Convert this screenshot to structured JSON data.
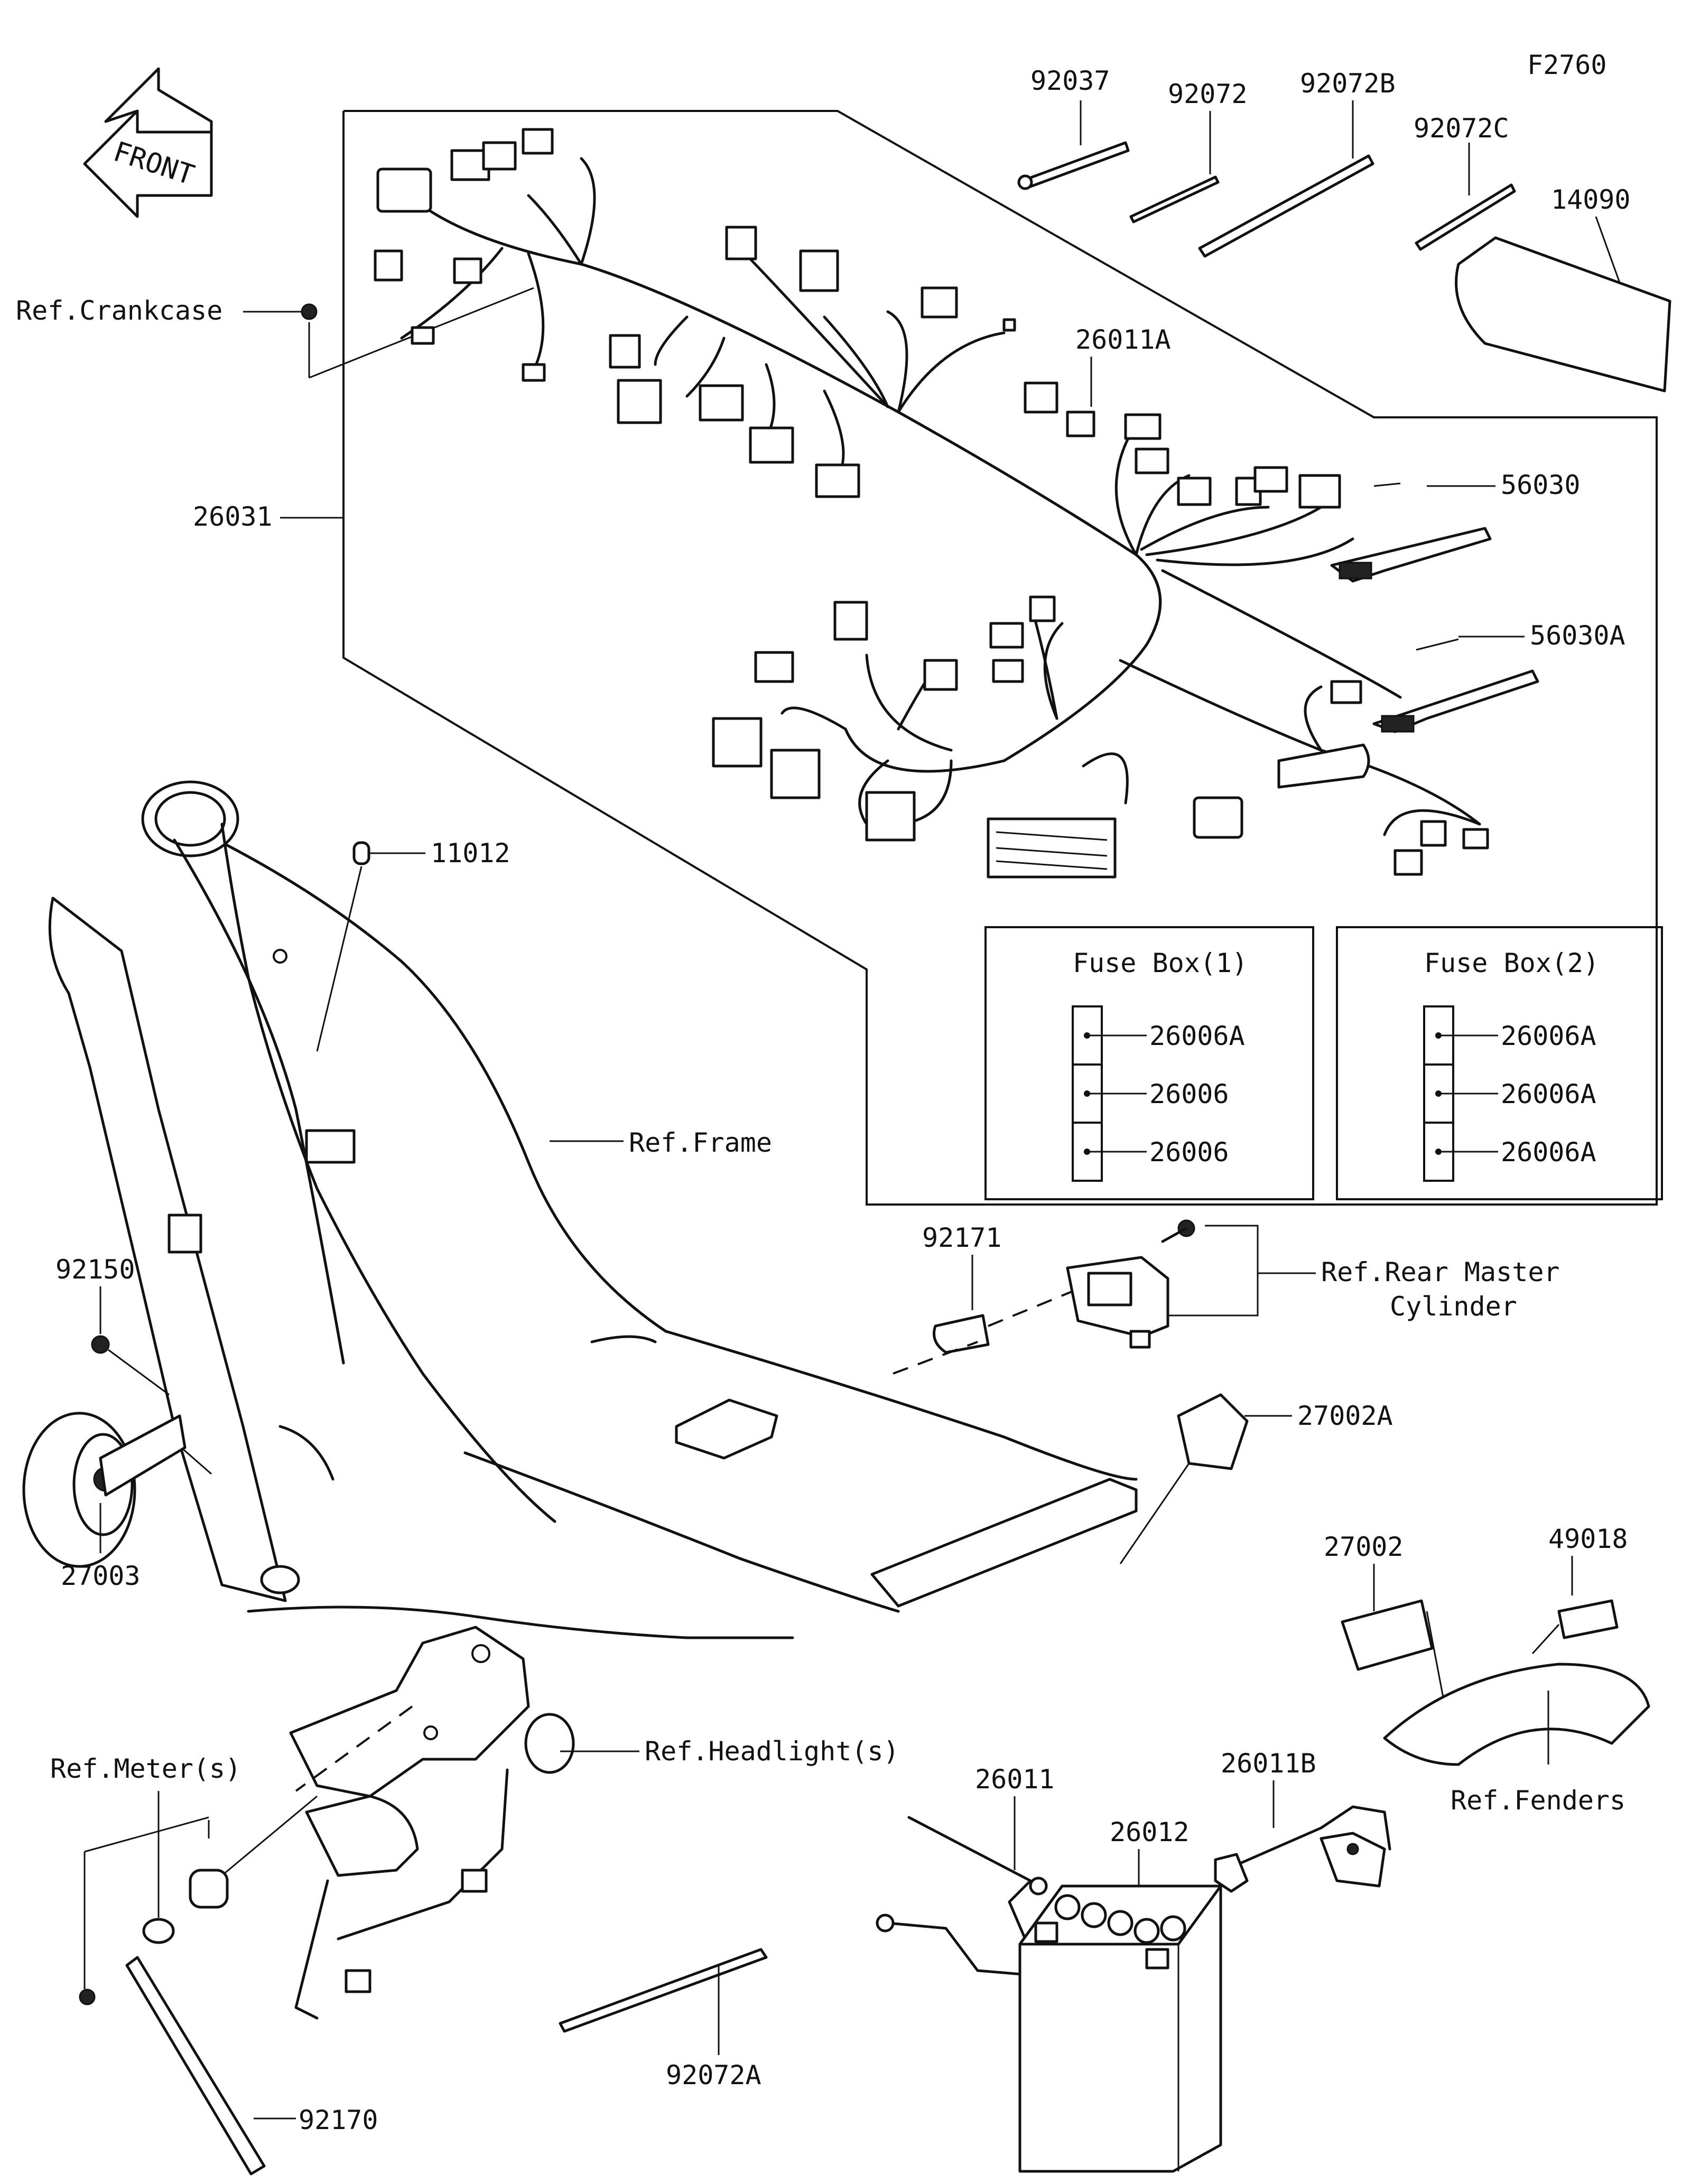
{
  "figure_code": "F2760",
  "front_label": "FRONT",
  "labels": {
    "p92037": "92037",
    "p92072": "92072",
    "p92072B": "92072B",
    "p92072C": "92072C",
    "p14090": "14090",
    "ref_crankcase": "Ref.Crankcase",
    "p26011A": "26011A",
    "p26031": "26031",
    "p56030": "56030",
    "p56030A": "56030A",
    "p11012": "11012",
    "ref_frame": "Ref.Frame",
    "p92171": "92171",
    "ref_rear_master_1": "Ref.Rear Master",
    "ref_rear_master_2": "Cylinder",
    "p27002A": "27002A",
    "p92150": "92150",
    "p27003": "27003",
    "p27002": "27002",
    "p49018": "49018",
    "ref_fenders": "Ref.Fenders",
    "ref_headlights": "Ref.Headlight(s)",
    "ref_meters": "Ref.Meter(s)",
    "p26011": "26011",
    "p26011B": "26011B",
    "p26012": "26012",
    "p92072A": "92072A",
    "p92170": "92170"
  },
  "fuse_box_1": {
    "title": "Fuse Box(1)",
    "fuses": [
      "26006A",
      "26006",
      "26006"
    ]
  },
  "fuse_box_2": {
    "title": "Fuse Box(2)",
    "fuses": [
      "26006A",
      "26006A",
      "26006A"
    ]
  }
}
